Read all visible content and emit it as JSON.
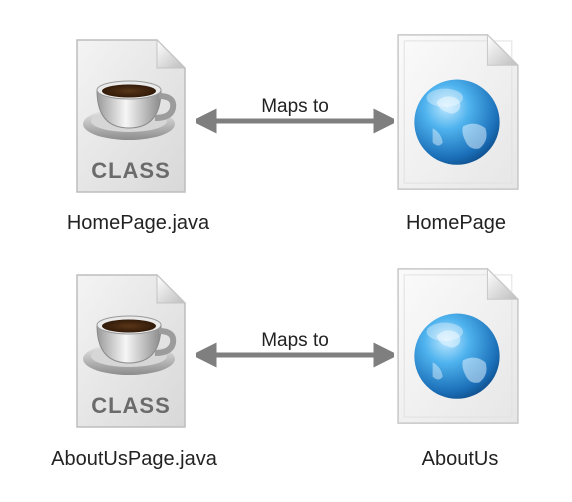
{
  "mappings": [
    {
      "source": {
        "filename": "HomePage.java",
        "icon": "java-class-file-icon",
        "badge": "CLASS"
      },
      "relation": "Maps to",
      "target": {
        "filename": "HomePage",
        "icon": "web-page-globe-file-icon"
      }
    },
    {
      "source": {
        "filename": "AboutUsPage.java",
        "icon": "java-class-file-icon",
        "badge": "CLASS"
      },
      "relation": "Maps to",
      "target": {
        "filename": "AboutUs",
        "icon": "web-page-globe-file-icon"
      }
    }
  ],
  "colors": {
    "arrow": "#7f7f7f",
    "text": "#222222",
    "globe": "#2a8fd6"
  }
}
